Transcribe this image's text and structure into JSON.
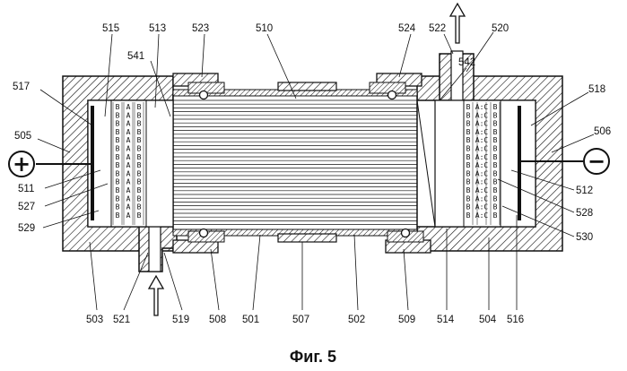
{
  "figure": {
    "caption": "Фиг. 5",
    "terminals": {
      "positive": "+",
      "negative": "−"
    },
    "callouts": [
      {
        "id": "515",
        "text": "515"
      },
      {
        "id": "513",
        "text": "513"
      },
      {
        "id": "523",
        "text": "523"
      },
      {
        "id": "510",
        "text": "510"
      },
      {
        "id": "524",
        "text": "524"
      },
      {
        "id": "522",
        "text": "522"
      },
      {
        "id": "520",
        "text": "520"
      },
      {
        "id": "541",
        "text": "541"
      },
      {
        "id": "542",
        "text": "542"
      },
      {
        "id": "517",
        "text": "517"
      },
      {
        "id": "505",
        "text": "505"
      },
      {
        "id": "511",
        "text": "511"
      },
      {
        "id": "527",
        "text": "527"
      },
      {
        "id": "529",
        "text": "529"
      },
      {
        "id": "518",
        "text": "518"
      },
      {
        "id": "506",
        "text": "506"
      },
      {
        "id": "512",
        "text": "512"
      },
      {
        "id": "528",
        "text": "528"
      },
      {
        "id": "530",
        "text": "530"
      },
      {
        "id": "503",
        "text": "503"
      },
      {
        "id": "521",
        "text": "521"
      },
      {
        "id": "519",
        "text": "519"
      },
      {
        "id": "508",
        "text": "508"
      },
      {
        "id": "501",
        "text": "501"
      },
      {
        "id": "507",
        "text": "507"
      },
      {
        "id": "502",
        "text": "502"
      },
      {
        "id": "509",
        "text": "509"
      },
      {
        "id": "514",
        "text": "514"
      },
      {
        "id": "504",
        "text": "504"
      },
      {
        "id": "516",
        "text": "516"
      }
    ],
    "cell_letters": {
      "left_columns": [
        "B",
        "A",
        "B"
      ],
      "right_columns": [
        "B",
        "A:C",
        "B"
      ]
    },
    "colors": {
      "ink": "#111111",
      "background": "#ffffff"
    }
  }
}
